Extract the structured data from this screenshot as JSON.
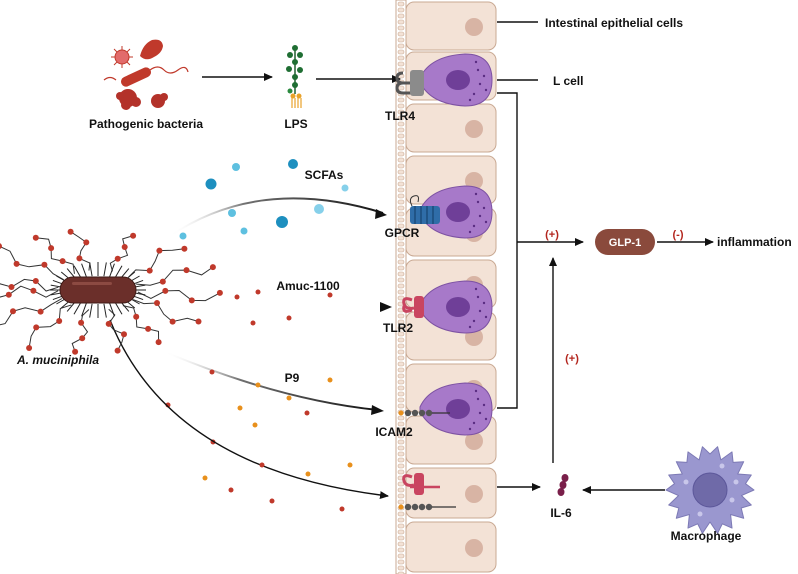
{
  "labels": {
    "intestinal_epithelial_cells": "Intestinal epithelial cells",
    "l_cell": "L cell",
    "tlr4": "TLR4",
    "pathogenic_bacteria": "Pathogenic bacteria",
    "lps": "LPS",
    "scfas": "SCFAs",
    "gpcr": "GPCR",
    "amuc": "Amuc-1100",
    "tlr2": "TLR2",
    "a_muciniphila": "A. muciniphila",
    "p9": "P9",
    "icam2": "ICAM2",
    "il6": "IL-6",
    "macrophage": "Macrophage",
    "glp1": "GLP-1",
    "plus_top": "(+)",
    "plus_mid": "(+)",
    "minus": "(-)",
    "inflammation": "inflammation"
  },
  "colors": {
    "cell_fill": "#f3e2d6",
    "cell_stroke": "#c9a993",
    "nucleus": "#d8b4a4",
    "l_cell": "#a779c9",
    "l_cell_nucleus": "#6f3f98",
    "glp1": "#8a4a3c",
    "bacterium": "#6b2f2a",
    "red_dot": "#c0392b",
    "orange_dot": "#e8901c",
    "blue_dot": "#2aa0c8",
    "il6": "#7a1f4a",
    "macrophage": "#9a97cf",
    "plus_minus": "#b3261e"
  },
  "icons": [
    "bacteria-icon",
    "lps-molecule-icon",
    "tlr4-receptor-icon",
    "gpcr-receptor-icon",
    "tlr2-receptor-icon",
    "icam2-receptor-icon",
    "il6-molecule-icon",
    "macrophage-icon",
    "a-muciniphila-icon"
  ]
}
